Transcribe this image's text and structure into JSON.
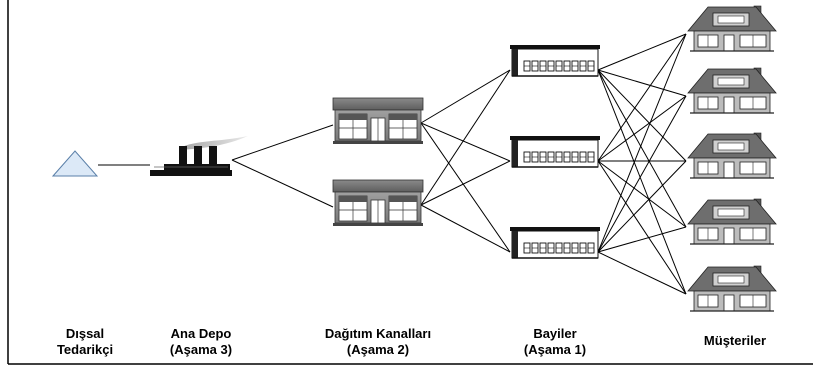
{
  "diagram": {
    "stages": [
      {
        "id": "supplier",
        "line1": "Dışsal",
        "line2": "Tedarikçi"
      },
      {
        "id": "depot",
        "line1": "Ana Depo",
        "line2": "(Aşama 3)"
      },
      {
        "id": "channels",
        "line1": "Dağıtım Kanalları",
        "line2": "(Aşama 2)"
      },
      {
        "id": "dealers",
        "line1": "Bayiler",
        "line2": "(Aşama 1)"
      },
      {
        "id": "customers",
        "line1": "Müşteriler",
        "line2": ""
      }
    ],
    "counts": {
      "channels": 2,
      "dealers": 3,
      "customers": 5
    },
    "connections": "each level fully connected to the next",
    "colors": {
      "line": "#000000",
      "triangle_fill": "#dce9f7",
      "triangle_stroke": "#5a7fa8",
      "building_gray": "#7f7f7f",
      "factory": "#111111",
      "roof": "#6e6e6e"
    }
  }
}
